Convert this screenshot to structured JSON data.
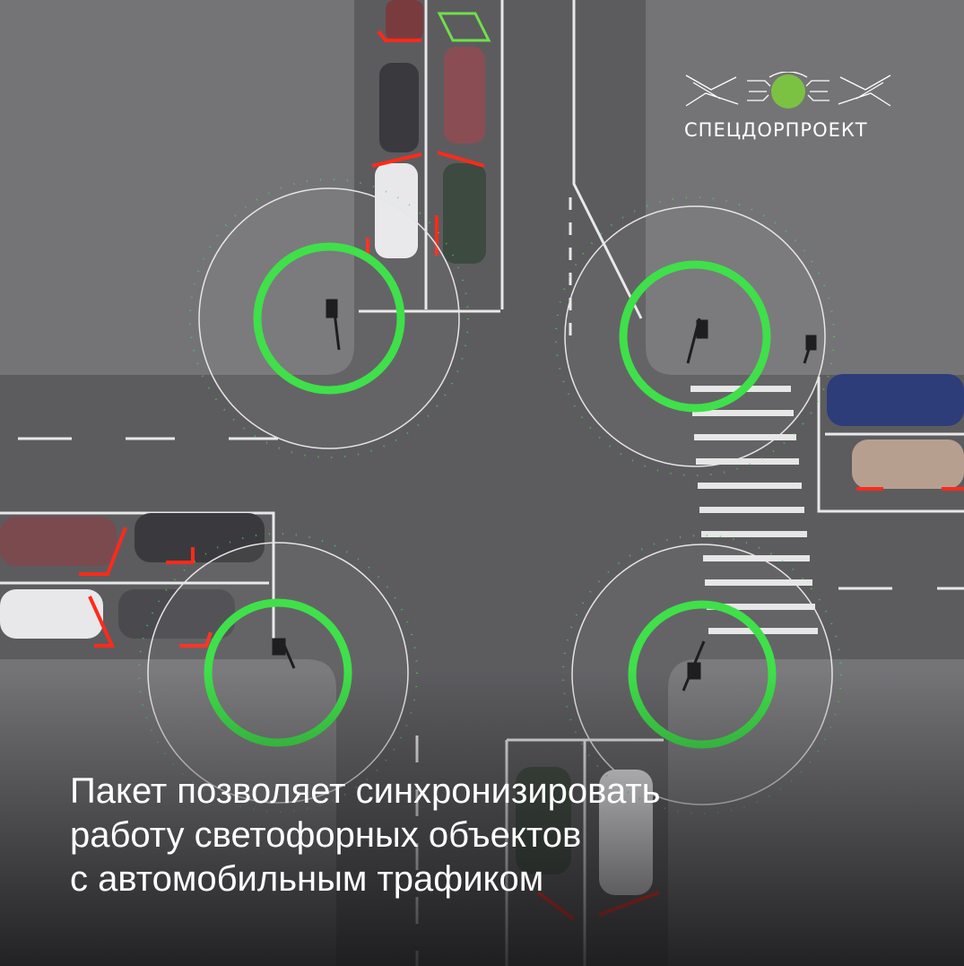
{
  "logo": {
    "name": "СПЕЦДОРПРОЕКТ"
  },
  "caption": {
    "lines": [
      "Пакет позволяет синхронизировать",
      "работу светофорных объектов",
      "с автомобильным трафиком"
    ]
  },
  "colors": {
    "accent": "#3fe04a",
    "parking_marker": "#ff2a1a",
    "road": "#5c5c5f",
    "block": "#737376"
  }
}
